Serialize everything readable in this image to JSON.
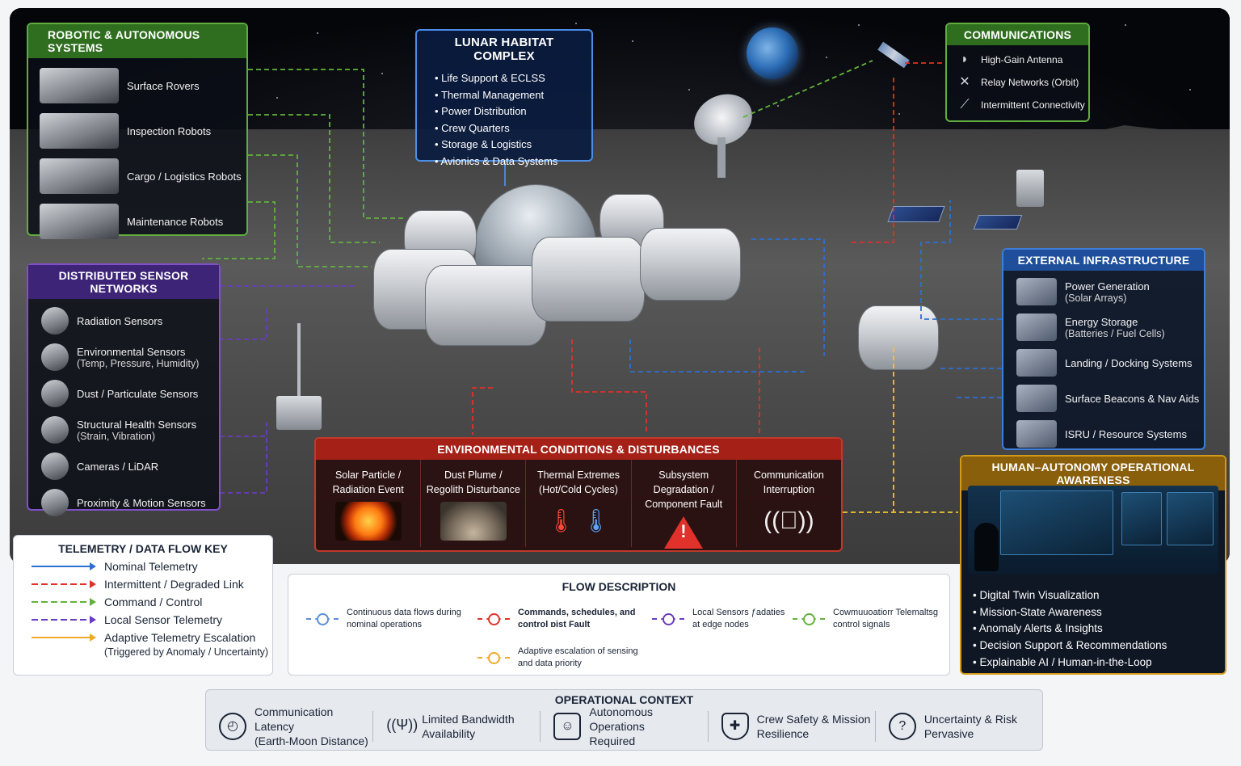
{
  "robotic": {
    "title": "ROBOTIC & AUTONOMOUS SYSTEMS",
    "items": [
      "Surface Rovers",
      "Inspection Robots",
      "Cargo / Logistics Robots",
      "Maintenance Robots"
    ]
  },
  "habitat": {
    "title": "LUNAR HABITAT COMPLEX",
    "items": [
      "Life Support & ECLSS",
      "Thermal Management",
      "Power Distribution",
      "Crew Quarters",
      "Storage & Logistics",
      "Avionics & Data Systems"
    ]
  },
  "comms": {
    "title": "COMMUNICATIONS",
    "items": [
      {
        "label": "High-Gain Antenna",
        "icon": "dish-icon"
      },
      {
        "label": "Relay Networks (Orbit)",
        "icon": "satellite-icon"
      },
      {
        "label": "Intermittent Connectivity",
        "icon": "broken-link-icon"
      }
    ]
  },
  "sensors": {
    "title": "DISTRIBUTED SENSOR NETWORKS",
    "items": [
      {
        "label": "Radiation Sensors",
        "sub": ""
      },
      {
        "label": "Environmental Sensors",
        "sub": "(Temp, Pressure, Humidity)"
      },
      {
        "label": "Dust / Particulate Sensors",
        "sub": ""
      },
      {
        "label": "Structural Health Sensors",
        "sub": "(Strain, Vibration)"
      },
      {
        "label": "Cameras / LiDAR",
        "sub": ""
      },
      {
        "label": "Proximity & Motion Sensors",
        "sub": ""
      }
    ]
  },
  "external": {
    "title": "EXTERNAL INFRASTRUCTURE",
    "items": [
      {
        "label": "Power Generation",
        "sub": "(Solar Arrays)"
      },
      {
        "label": "Energy Storage",
        "sub": "(Batteries / Fuel Cells)"
      },
      {
        "label": "Landing / Docking Systems",
        "sub": ""
      },
      {
        "label": "Surface Beacons & Nav Aids",
        "sub": ""
      },
      {
        "label": "ISRU / Resource Systems",
        "sub": ""
      }
    ]
  },
  "env": {
    "title": "ENVIRONMENTAL CONDITIONS & DISTURBANCES",
    "items": [
      {
        "l1": "Solar Particle /",
        "l2": "Radiation Event",
        "icon": "sun-flare-icon"
      },
      {
        "l1": "Dust Plume /",
        "l2": "Regolith Disturbance",
        "icon": "dust-plume-icon"
      },
      {
        "l1": "Thermal Extremes",
        "l2": "(Hot/Cold Cycles)",
        "icon": "thermometer-icon"
      },
      {
        "l1": "Subsystem Degradation /",
        "l2": "Component Fault",
        "icon": "warning-icon"
      },
      {
        "l1": "Communication",
        "l2": "Interruption",
        "icon": "signal-off-icon"
      }
    ]
  },
  "human": {
    "title": "HUMAN–AUTONOMY OPERATIONAL AWARENESS",
    "items": [
      "Digital Twin Visualization",
      "Mission-State Awareness",
      "Anomaly Alerts & Insights",
      "Decision Support & Recommendations",
      "Explainable AI / Human-in-the-Loop"
    ]
  },
  "key": {
    "title": "TELEMETRY / DATA FLOW KEY",
    "items": [
      {
        "label": "Nominal Telemetry",
        "color": "#2e6fd0"
      },
      {
        "label": "Intermittent / Degraded Link",
        "color": "#e0312b"
      },
      {
        "label": "Command / Control",
        "color": "#62b23a"
      },
      {
        "label": "Local Sensor Telemetry",
        "color": "#6a3cc0"
      },
      {
        "label": "Adaptive Telemetry Escalation",
        "color": "#f0a92a"
      }
    ],
    "note": "(Triggered by Anomaly / Uncertainty)"
  },
  "flow": {
    "title": "FLOW DESCRIPTION",
    "items": [
      {
        "l1": "Continuous data flows during",
        "l2": "nominal operations",
        "color": "#5b8fd8"
      },
      {
        "l1": "Commands, schedules, and",
        "l2": "control ɒist Fault",
        "color": "#e0312b"
      },
      {
        "l1": "Local Sensors ƒadaties",
        "l2": "at edge nodes",
        "color": "#6a3cc0"
      },
      {
        "l1": "Cowmuuoatiorr Telemaltsg",
        "l2": "control signals",
        "color": "#62b23a"
      },
      {
        "l1": "Adaptive escalation of sensing",
        "l2": "and data priority",
        "color": "#f0a92a"
      }
    ]
  },
  "context": {
    "title": "OPERATIONAL CONTEXT",
    "items": [
      {
        "l1": "Communication Latency",
        "l2": "(Earth-Moon Distance)",
        "icon": "clock-icon"
      },
      {
        "l1": "Limited Bandwidth",
        "l2": "Availability",
        "icon": "antenna-icon"
      },
      {
        "l1": "Autonomous Operations",
        "l2": "Required",
        "icon": "robot-icon"
      },
      {
        "l1": "Crew Safety & Mission",
        "l2": "Resilience",
        "icon": "shield-icon"
      },
      {
        "l1": "Uncertainty & Risk",
        "l2": "Pervasive",
        "icon": "question-icon"
      }
    ]
  }
}
